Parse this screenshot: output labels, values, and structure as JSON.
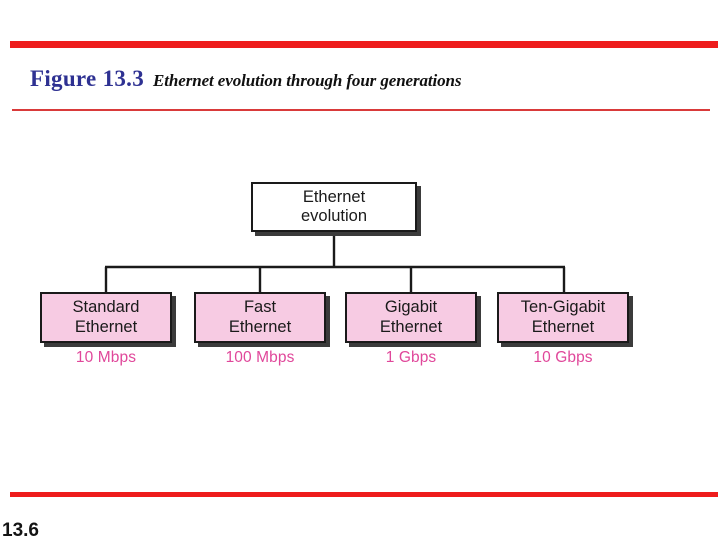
{
  "slide": {
    "figure_label": "Figure 13.3",
    "figure_caption": "Ethernet evolution through four generations",
    "page_number": "13.6"
  },
  "colors": {
    "rule_red": "#ee1c1c",
    "thin_rule_red": "#d93a3a",
    "figure_label_blue": "#2e3192",
    "node_pink_fill": "#f7cbe3",
    "node_border": "#1a1a1a",
    "speed_text_pink": "#e0479a",
    "shadow": "#3b3b3b",
    "root_fill": "#ffffff"
  },
  "chart_data": {
    "type": "tree-diagram",
    "title": "Ethernet evolution through four generations",
    "root": {
      "label_line1": "Ethernet",
      "label_line2": "evolution"
    },
    "children": [
      {
        "label_line1": "Standard",
        "label_line2": "Ethernet",
        "speed": "10 Mbps"
      },
      {
        "label_line1": "Fast",
        "label_line2": "Ethernet",
        "speed": "100 Mbps"
      },
      {
        "label_line1": "Gigabit",
        "label_line2": "Ethernet",
        "speed": "1 Gbps"
      },
      {
        "label_line1": "Ten-Gigabit",
        "label_line2": "Ethernet",
        "speed": "10 Gbps"
      }
    ]
  }
}
